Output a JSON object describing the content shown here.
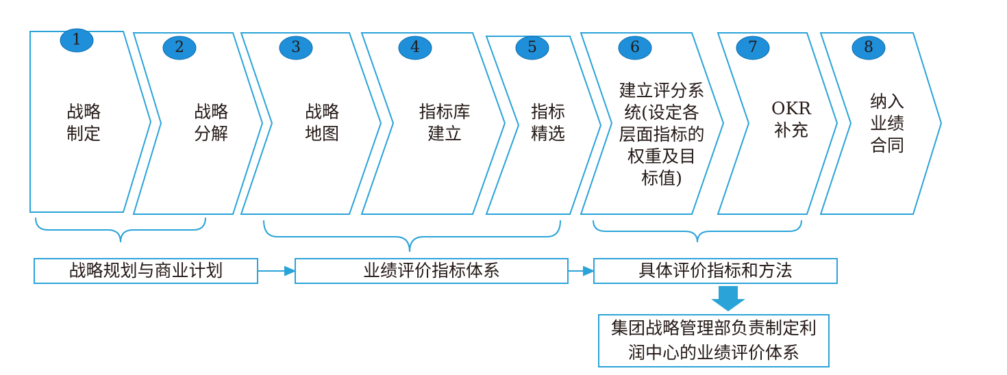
{
  "steps": [
    {
      "number": "1",
      "label": "战略\n制定"
    },
    {
      "number": "2",
      "label": "战略\n分解"
    },
    {
      "number": "3",
      "label": "战略\n地图"
    },
    {
      "number": "4",
      "label": "指标库\n建立"
    },
    {
      "number": "5",
      "label": "指标\n精选"
    },
    {
      "number": "6",
      "label": "建立评分系\n统(设定各\n层面指标的\n权重及目\n标值)"
    },
    {
      "number": "7",
      "label": "OKR\n补充"
    },
    {
      "number": "8",
      "label": "纳入\n业绩\n合同"
    }
  ],
  "groups": [
    {
      "label": "战略规划与商业计划"
    },
    {
      "label": "业绩评价指标体系"
    },
    {
      "label": "具体评价指标和方法"
    }
  ],
  "result": {
    "label": "集团战略管理部负责制定利\n润中心的业绩评价体系"
  },
  "colors": {
    "accent": "#29a3d8",
    "badge": "#1e8fd8",
    "arrow": "#29a3d8"
  }
}
